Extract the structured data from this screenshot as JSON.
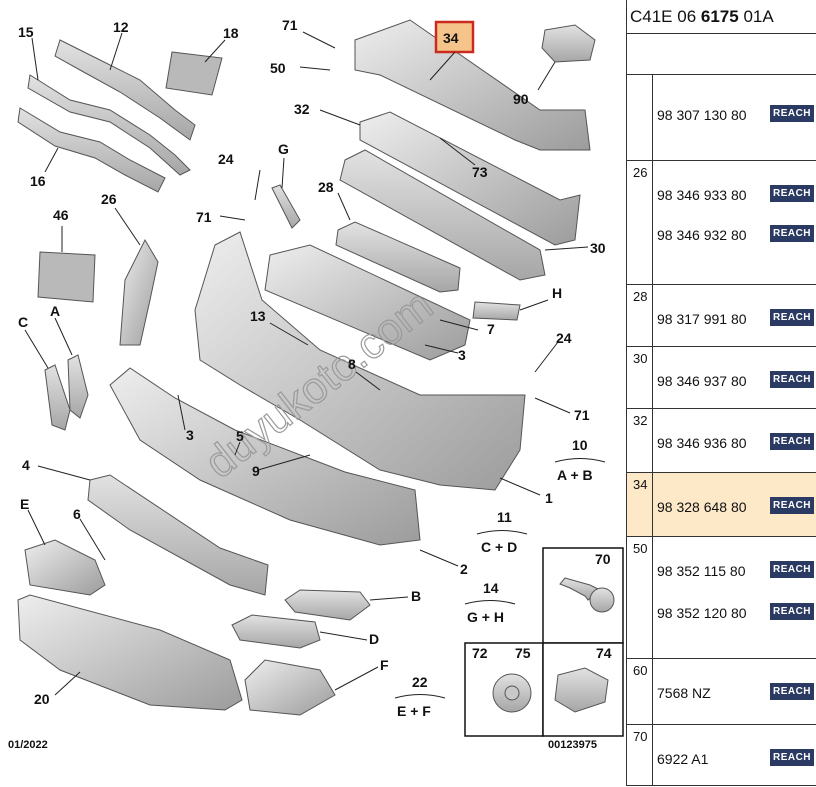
{
  "header": {
    "code_prefix": "C41E 06 ",
    "code_bold": "6175",
    "code_suffix": " 01A"
  },
  "diagram": {
    "date": "01/2022",
    "doc_number": "00123975",
    "watermark": "duyukoto.com",
    "callouts": [
      "1",
      "2",
      "3",
      "4",
      "5",
      "6",
      "7",
      "8",
      "9",
      "12",
      "13",
      "15",
      "16",
      "18",
      "20",
      "24",
      "26",
      "28",
      "30",
      "32",
      "34",
      "46",
      "50",
      "71",
      "73",
      "90",
      "A",
      "B",
      "C",
      "D",
      "E",
      "F",
      "G",
      "H"
    ],
    "highlighted_callout": "34",
    "group_labels": [
      {
        "num": "10",
        "sub": "A + B"
      },
      {
        "num": "11",
        "sub": "C + D"
      },
      {
        "num": "14",
        "sub": "G + H"
      },
      {
        "num": "22",
        "sub": "E + F"
      }
    ],
    "fastener_boxes": [
      {
        "labels": [
          "70"
        ]
      },
      {
        "labels": [
          "72",
          "75"
        ]
      },
      {
        "labels": [
          "74"
        ]
      }
    ]
  },
  "references": {
    "badge_label": "REACH",
    "rows": [
      {
        "num": "",
        "parts": [
          "98 307 130 80"
        ]
      },
      {
        "num": "26",
        "parts": [
          "98 346 933 80",
          "98 346 932 80"
        ]
      },
      {
        "num": "28",
        "parts": [
          "98 317 991 80"
        ]
      },
      {
        "num": "30",
        "parts": [
          "98 346 937 80"
        ]
      },
      {
        "num": "32",
        "parts": [
          "98 346 936 80"
        ]
      },
      {
        "num": "34",
        "parts": [
          "98 328 648 80"
        ],
        "highlight": true
      },
      {
        "num": "50",
        "parts": [
          "98 352 115 80",
          "98 352 120 80"
        ]
      },
      {
        "num": "60",
        "parts": [
          "7568 NZ"
        ]
      },
      {
        "num": "70",
        "parts": [
          "6922 A1"
        ]
      }
    ]
  },
  "colors": {
    "highlight_box": "#cc2a1f",
    "highlight_fill": "#f5c48a",
    "row_highlight": "#fde9c8",
    "reach_badge": "#2b3a63"
  }
}
